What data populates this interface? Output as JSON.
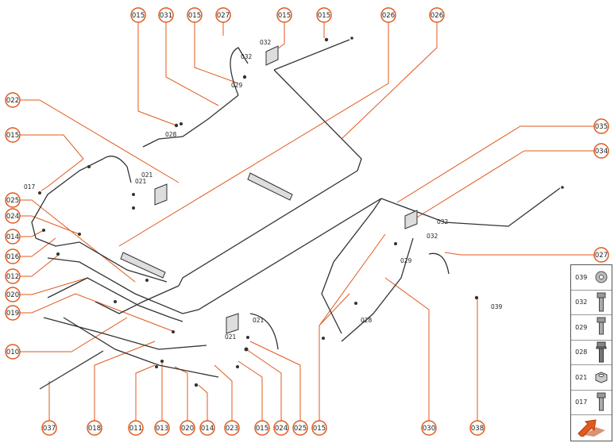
{
  "callouts_top": [
    "015",
    "031",
    "015",
    "027",
    "015",
    "015",
    "026",
    "026"
  ],
  "callouts_left": [
    "022",
    "015",
    "025",
    "024",
    "014",
    "016",
    "012",
    "020",
    "019",
    "010"
  ],
  "callouts_right": [
    "035",
    "034",
    "027"
  ],
  "callouts_bottom": [
    "037",
    "018",
    "011",
    "013",
    "020",
    "014",
    "023",
    "015",
    "024",
    "025",
    "015",
    "030",
    "038"
  ],
  "small_labels": {
    "l032a": "032",
    "l032b": "032",
    "l029a": "029",
    "l028a": "028",
    "l017": "017",
    "l021a": "021",
    "l021b": "021",
    "l021c": "021",
    "l021d": "021",
    "l032c": "032",
    "l032d": "032",
    "l029b": "029",
    "l028b": "028",
    "l039": "039"
  },
  "legend": [
    {
      "code": "039",
      "icon": "washer-icon"
    },
    {
      "code": "032",
      "icon": "bolt-icon"
    },
    {
      "code": "029",
      "icon": "bolt-icon"
    },
    {
      "code": "028",
      "icon": "bolt-flange-icon"
    },
    {
      "code": "021",
      "icon": "nut-icon"
    },
    {
      "code": "017",
      "icon": "bolt-icon"
    }
  ],
  "colors": {
    "accent": "#e05a1e",
    "line": "#333333"
  }
}
